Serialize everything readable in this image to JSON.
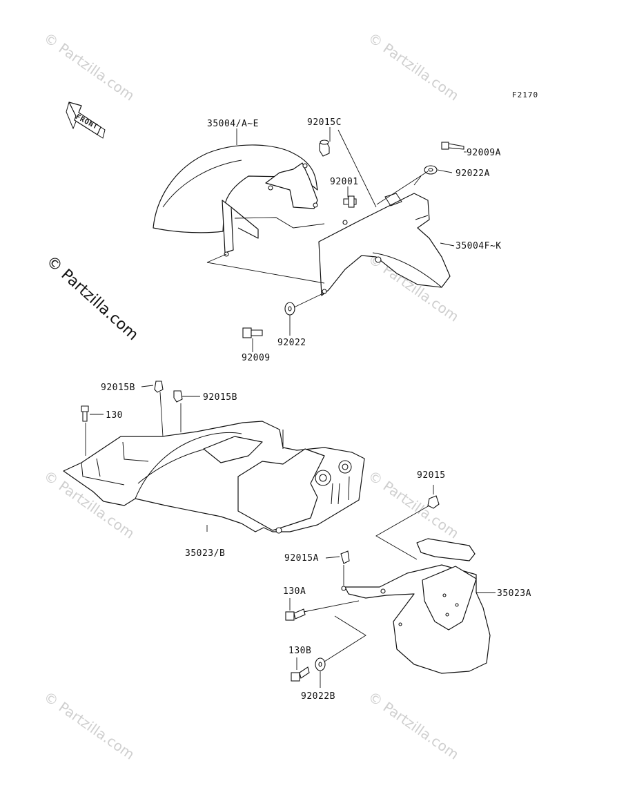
{
  "figure_code": "F2170",
  "front_label": "FRONT",
  "watermark": "© Partzilla.com",
  "labels": {
    "front_fender_a": "35004/A~E",
    "bushing_c": "92015C",
    "bolt_a": "92009A",
    "washer_a": "92022A",
    "bolt_92001": "92001",
    "front_fender_f": "35004F~K",
    "washer": "92022",
    "bolt": "92009",
    "nut_b1": "92015B",
    "nut_b2": "92015B",
    "screw_130": "130",
    "rear_fender_b": "35023/B",
    "nut": "92015",
    "nut_a": "92015A",
    "screw_130a": "130A",
    "rear_fender_a": "35023A",
    "screw_130b": "130B",
    "washer_b": "92022B"
  }
}
